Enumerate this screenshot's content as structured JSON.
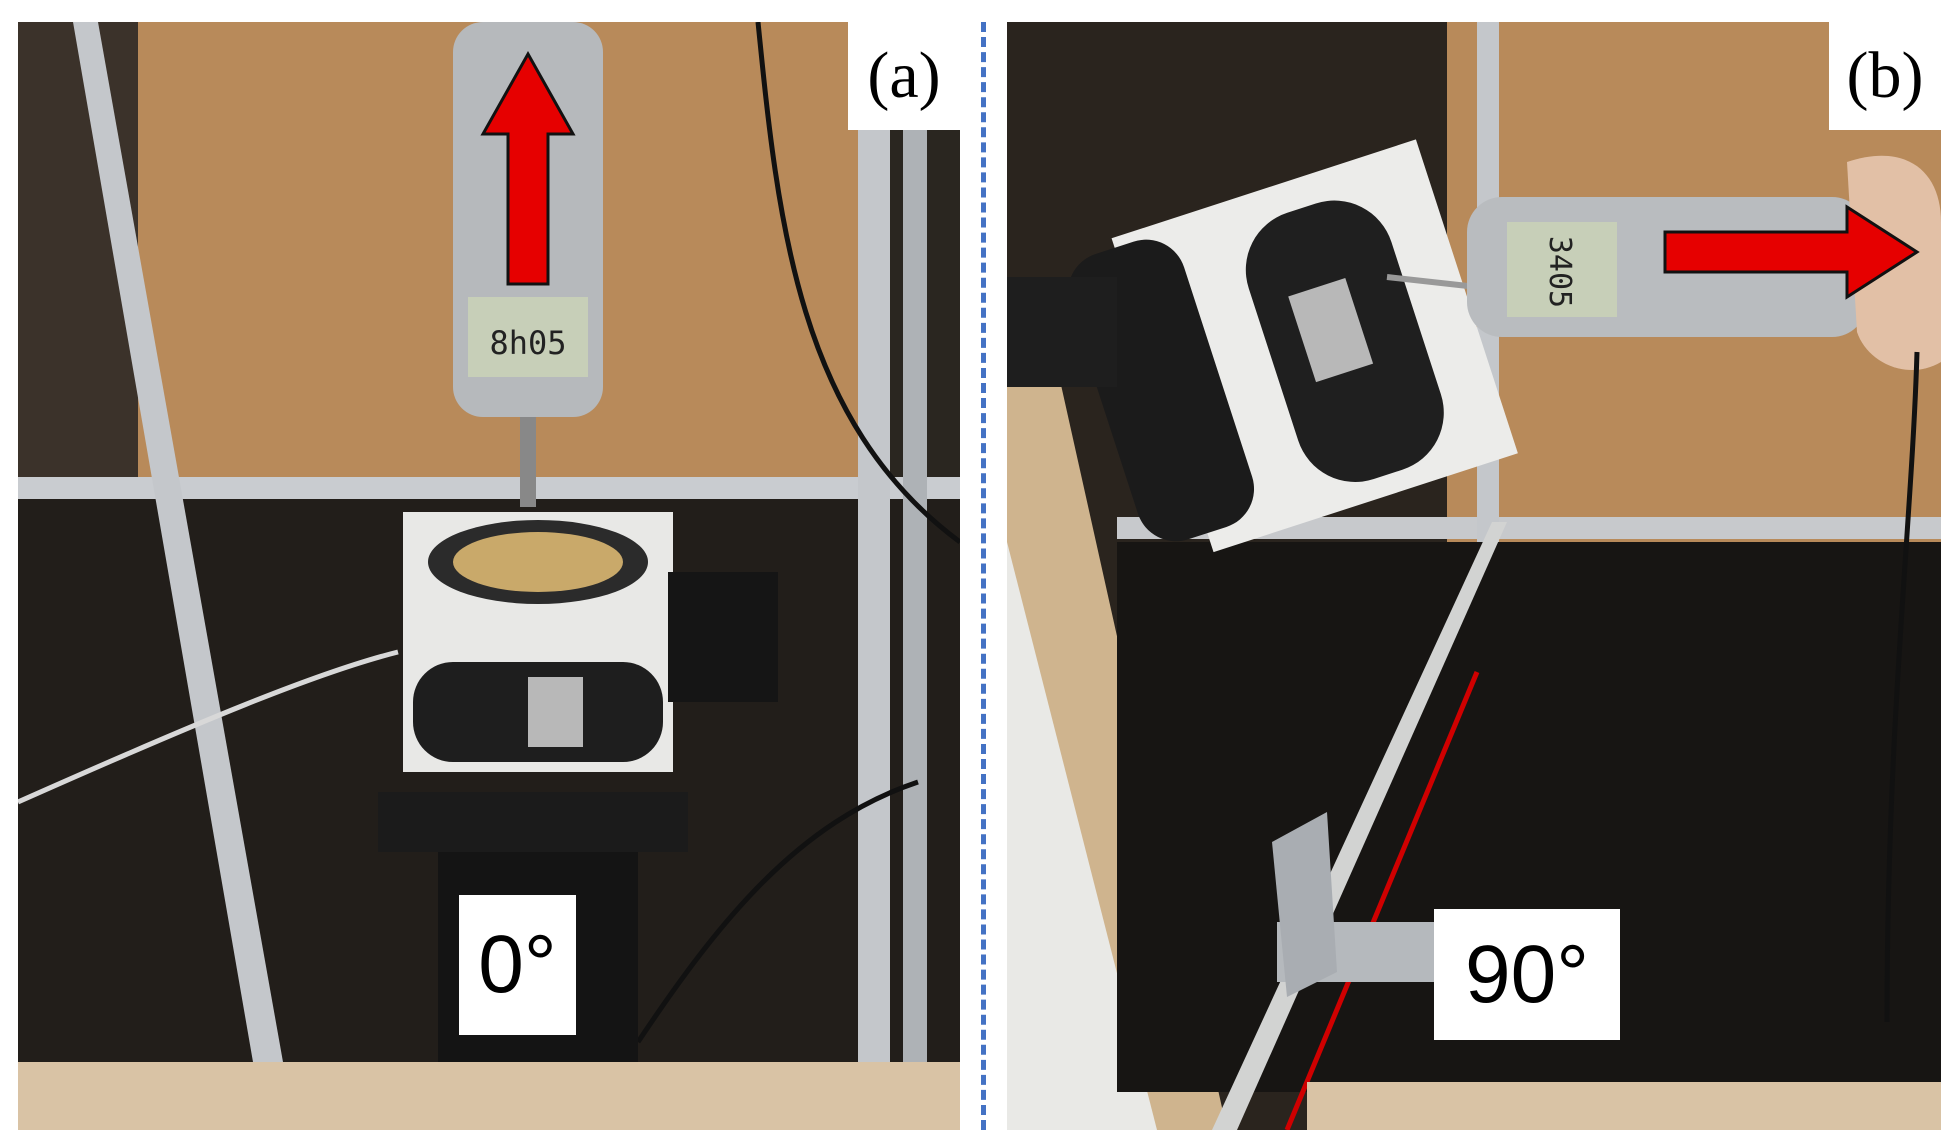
{
  "figure": {
    "panels": [
      {
        "label": "(a)",
        "angle": "0°",
        "arrow_direction": "up",
        "gauge_reading": "8h05"
      },
      {
        "label": "(b)",
        "angle": "90°",
        "arrow_direction": "right",
        "gauge_reading": "3405"
      }
    ],
    "colors": {
      "arrow": "#e60000",
      "divider": "#4472c4",
      "board": "#b88a5a"
    }
  }
}
